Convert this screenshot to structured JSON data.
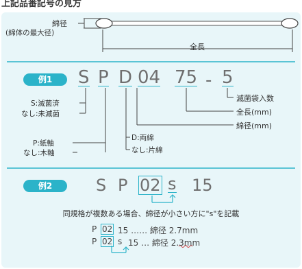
{
  "title": "上記品番記号の見方",
  "diagram": {
    "diameter_label": "綿径",
    "diameter_sub": "(綿体の最大径)",
    "length_label": "全長"
  },
  "example1": {
    "pill": "例1",
    "chars": [
      "S",
      "P",
      "D",
      "04",
      "75",
      "-",
      "5"
    ],
    "labels": {
      "bag_count": "滅菌袋入数",
      "length": "全長(mm)",
      "diameter": "綿径(mm)",
      "s_line1": "S:滅菌済",
      "s_line2": "なし:未滅菌",
      "p_line1": "P:紙軸",
      "p_line2": "なし:木軸",
      "d_line1": "D:両綿",
      "d_line2": "なし:片綿"
    }
  },
  "example2": {
    "pill": "例2",
    "s": "S",
    "p": "P",
    "num": "02",
    "small_s": "s",
    "len": "15",
    "note": "同規格が複数ある場合、綿径が小さい方に\"s\"を記載",
    "line1": {
      "p": "P",
      "num": "02",
      "rest": "15 …… 綿径 2.7mm"
    },
    "line2": {
      "p": "P",
      "num": "02",
      "s": "s",
      "rest": "15 … 綿径 2.3mm"
    }
  },
  "colors": {
    "accent": "#2bb3c9",
    "panel": "#e8f6f9",
    "code_gray": "#6f6f6f"
  }
}
